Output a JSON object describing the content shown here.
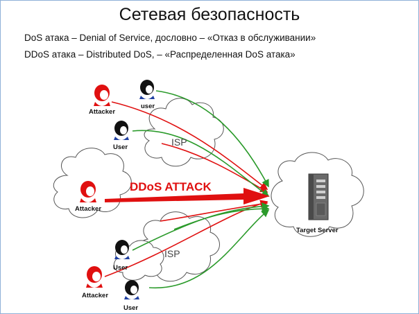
{
  "slide": {
    "title": "Сетевая безопасность",
    "line1": "DoS атака – Denial of Service, дословно – «Отказ в обслуживании»",
    "line2": "DDoS атака – Distributed DoS, – «Распределенная DoS атака»"
  },
  "diagram": {
    "attack_label": "DDoS ATTACK",
    "isp_top": "ISP",
    "isp_bottom": "ISP",
    "server_label": "Target Server",
    "nodes": {
      "attacker_top": "Attacker",
      "user_top": "user",
      "user_mid": "User",
      "attacker_main": "Attacker",
      "user_bottom1": "User",
      "attacker_bottom": "Attacker",
      "user_bottom2": "User"
    },
    "colors": {
      "attack": "#e01010",
      "legit": "#2a9a2a",
      "attacker_head": "#e01010",
      "user_head": "#111111",
      "border": "#8fb0d8"
    }
  }
}
